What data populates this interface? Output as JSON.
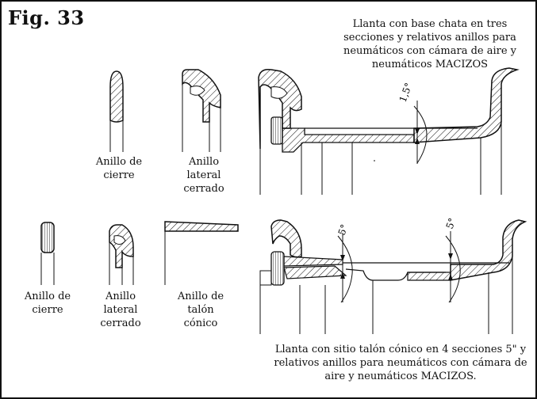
{
  "figure": {
    "title": "Fig. 33"
  },
  "captions": {
    "top": "Llanta con base chata en tres secciones y relativos anillos para neumáticos con cámara de aire y neumáticos MACIZOS",
    "bottom": "Llanta con sitio talón cónico en 4 secciones 5\" y relativos anillos para neumáticos con cámara de aire y neumáticos MACIZOS."
  },
  "top_row": {
    "ring1": {
      "line1": "Anillo de",
      "line2": "cierre"
    },
    "ring2": {
      "line1": "Anillo",
      "line2": "lateral",
      "line3": "cerrado"
    },
    "angle": "1,5°"
  },
  "bottom_row": {
    "ring1": {
      "line1": "Anillo de",
      "line2": "cierre"
    },
    "ring2": {
      "line1": "Anillo",
      "line2": "lateral",
      "line3": "cerrado"
    },
    "ring3": {
      "line1": "Anillo de",
      "line2": "talón",
      "line3": "cónico"
    },
    "angle_left": "5°",
    "angle_right": "5°"
  },
  "colors": {
    "ink": "#111111",
    "paper": "#ffffff"
  }
}
